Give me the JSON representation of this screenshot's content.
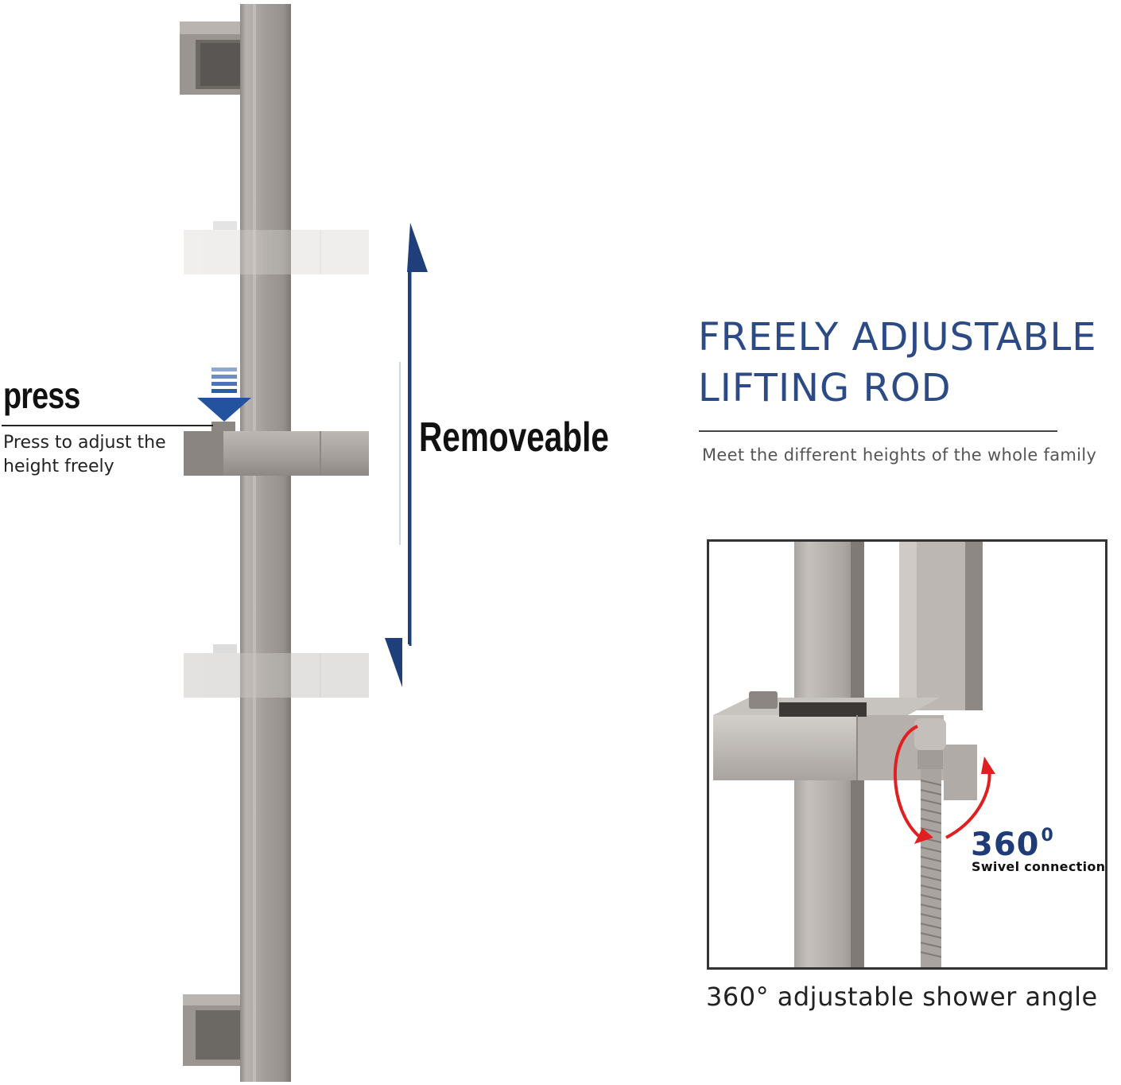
{
  "left_panel": {
    "press_title": "press",
    "press_description": "Press to adjust the height freely",
    "removeable_label": "Removeable"
  },
  "right_panel": {
    "headline": "FREELY ADJUSTABLE LIFTING ROD",
    "subline": "Meet the different heights of the whole family",
    "detail": {
      "swivel_number": "360",
      "swivel_superscript": "0",
      "swivel_label": "Swivel connection"
    },
    "caption": "360° adjustable shower angle"
  },
  "colors": {
    "accent_blue": "#2b4a86",
    "arrow_blue": "#1f3f7a",
    "metal": "#a7a29d",
    "rotation_red": "#e02020"
  }
}
